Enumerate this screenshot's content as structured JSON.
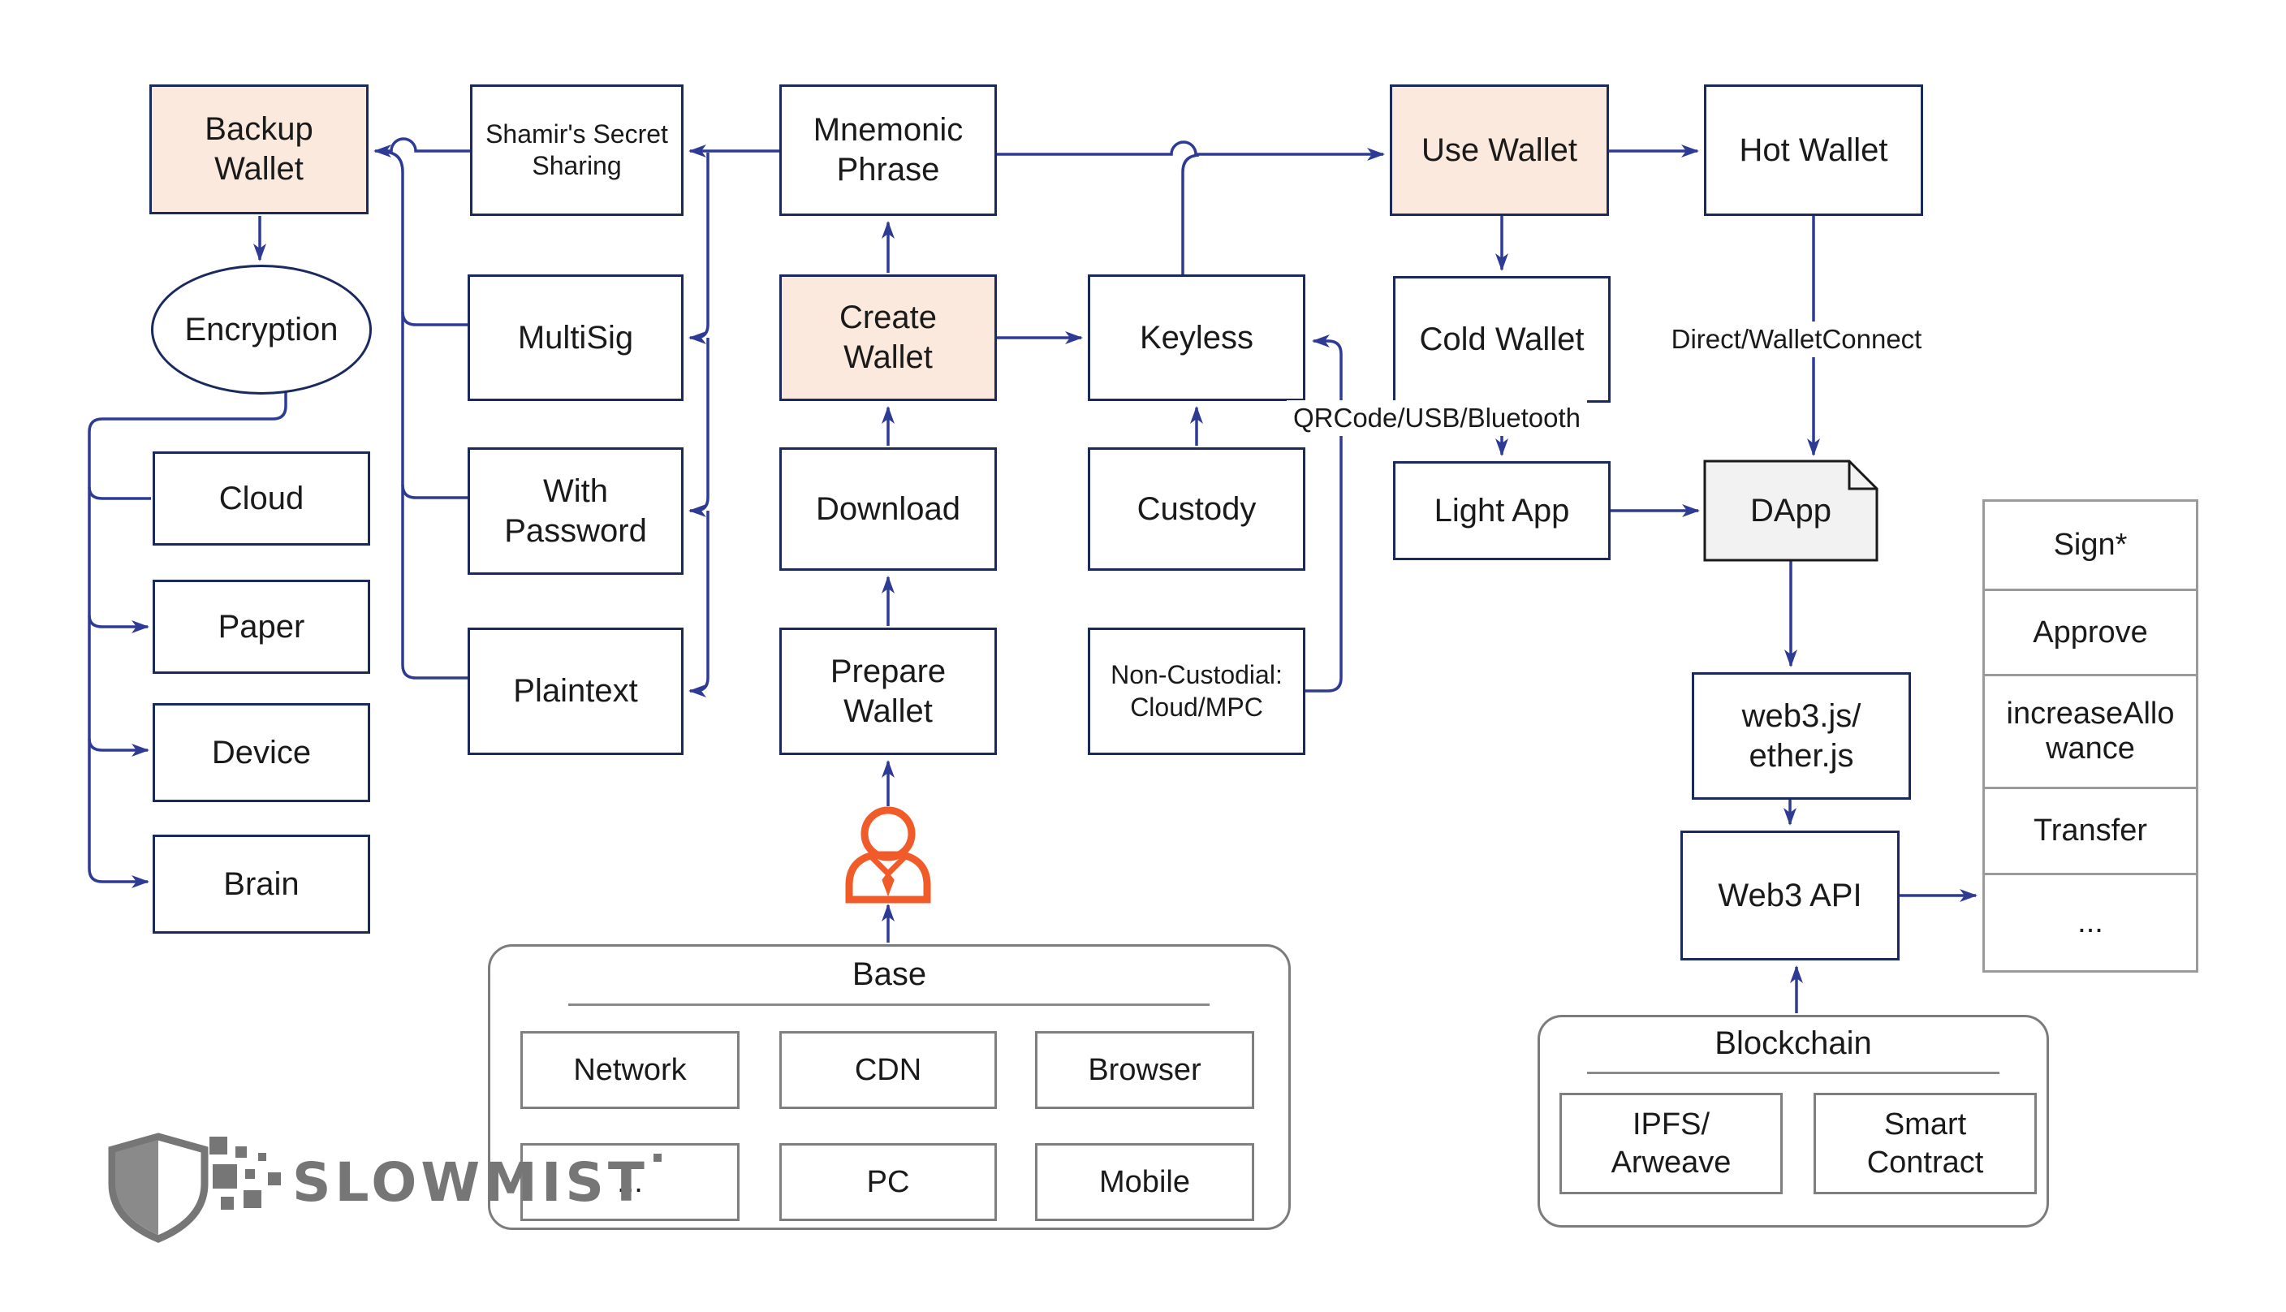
{
  "diagram": {
    "nodes": {
      "backup_wallet": {
        "label": "Backup Wallet"
      },
      "shamirs": {
        "label": "Shamir's Secret Sharing"
      },
      "mnemonic": {
        "label": "Mnemonic Phrase"
      },
      "use_wallet": {
        "label": "Use Wallet"
      },
      "hot_wallet": {
        "label": "Hot Wallet"
      },
      "encryption": {
        "label": "Encryption"
      },
      "cloud": {
        "label": "Cloud"
      },
      "paper": {
        "label": "Paper"
      },
      "device": {
        "label": "Device"
      },
      "brain": {
        "label": "Brain"
      },
      "multisig": {
        "label": "MultiSig"
      },
      "with_password": {
        "label": "With Password"
      },
      "plaintext": {
        "label": "Plaintext"
      },
      "create_wallet": {
        "label": "Create Wallet"
      },
      "download": {
        "label": "Download"
      },
      "prepare_wallet": {
        "label": "Prepare Wallet"
      },
      "keyless": {
        "label": "Keyless"
      },
      "custody": {
        "label": "Custody"
      },
      "non_custodial": {
        "label": "Non-Custodial: Cloud/MPC"
      },
      "cold_wallet": {
        "label": "Cold Wallet"
      },
      "light_app": {
        "label": "Light App"
      },
      "dapp": {
        "label": "DApp"
      },
      "web3js": {
        "label": "web3.js/ ether.js"
      },
      "web3api": {
        "label": "Web3 API"
      }
    },
    "edge_labels": {
      "qrcode": "QRCode/USB/Bluetooth",
      "direct": "Direct/WalletConnect"
    },
    "method_list": {
      "items": [
        {
          "label": "Sign*"
        },
        {
          "label": "Approve"
        },
        {
          "label": "increaseAllowance"
        },
        {
          "label": "Transfer"
        },
        {
          "label": "..."
        }
      ]
    },
    "containers": {
      "base": {
        "title": "Base",
        "items": [
          {
            "label": "Network"
          },
          {
            "label": "CDN"
          },
          {
            "label": "Browser"
          },
          {
            "label": "..."
          },
          {
            "label": "PC"
          },
          {
            "label": "Mobile"
          }
        ]
      },
      "blockchain": {
        "title": "Blockchain",
        "items": [
          {
            "label": "IPFS/ Arweave"
          },
          {
            "label": "Smart Contract"
          }
        ]
      }
    },
    "logo": {
      "text": "SLOWMIST"
    },
    "colors": {
      "edge": "#2e3b94",
      "node_border": "#1b2a5e",
      "highlight_fill": "#fbe9de",
      "dapp_fill": "#f2f2f2",
      "person_icon": "#f15a29",
      "gray_border": "#8a8a8a"
    }
  }
}
